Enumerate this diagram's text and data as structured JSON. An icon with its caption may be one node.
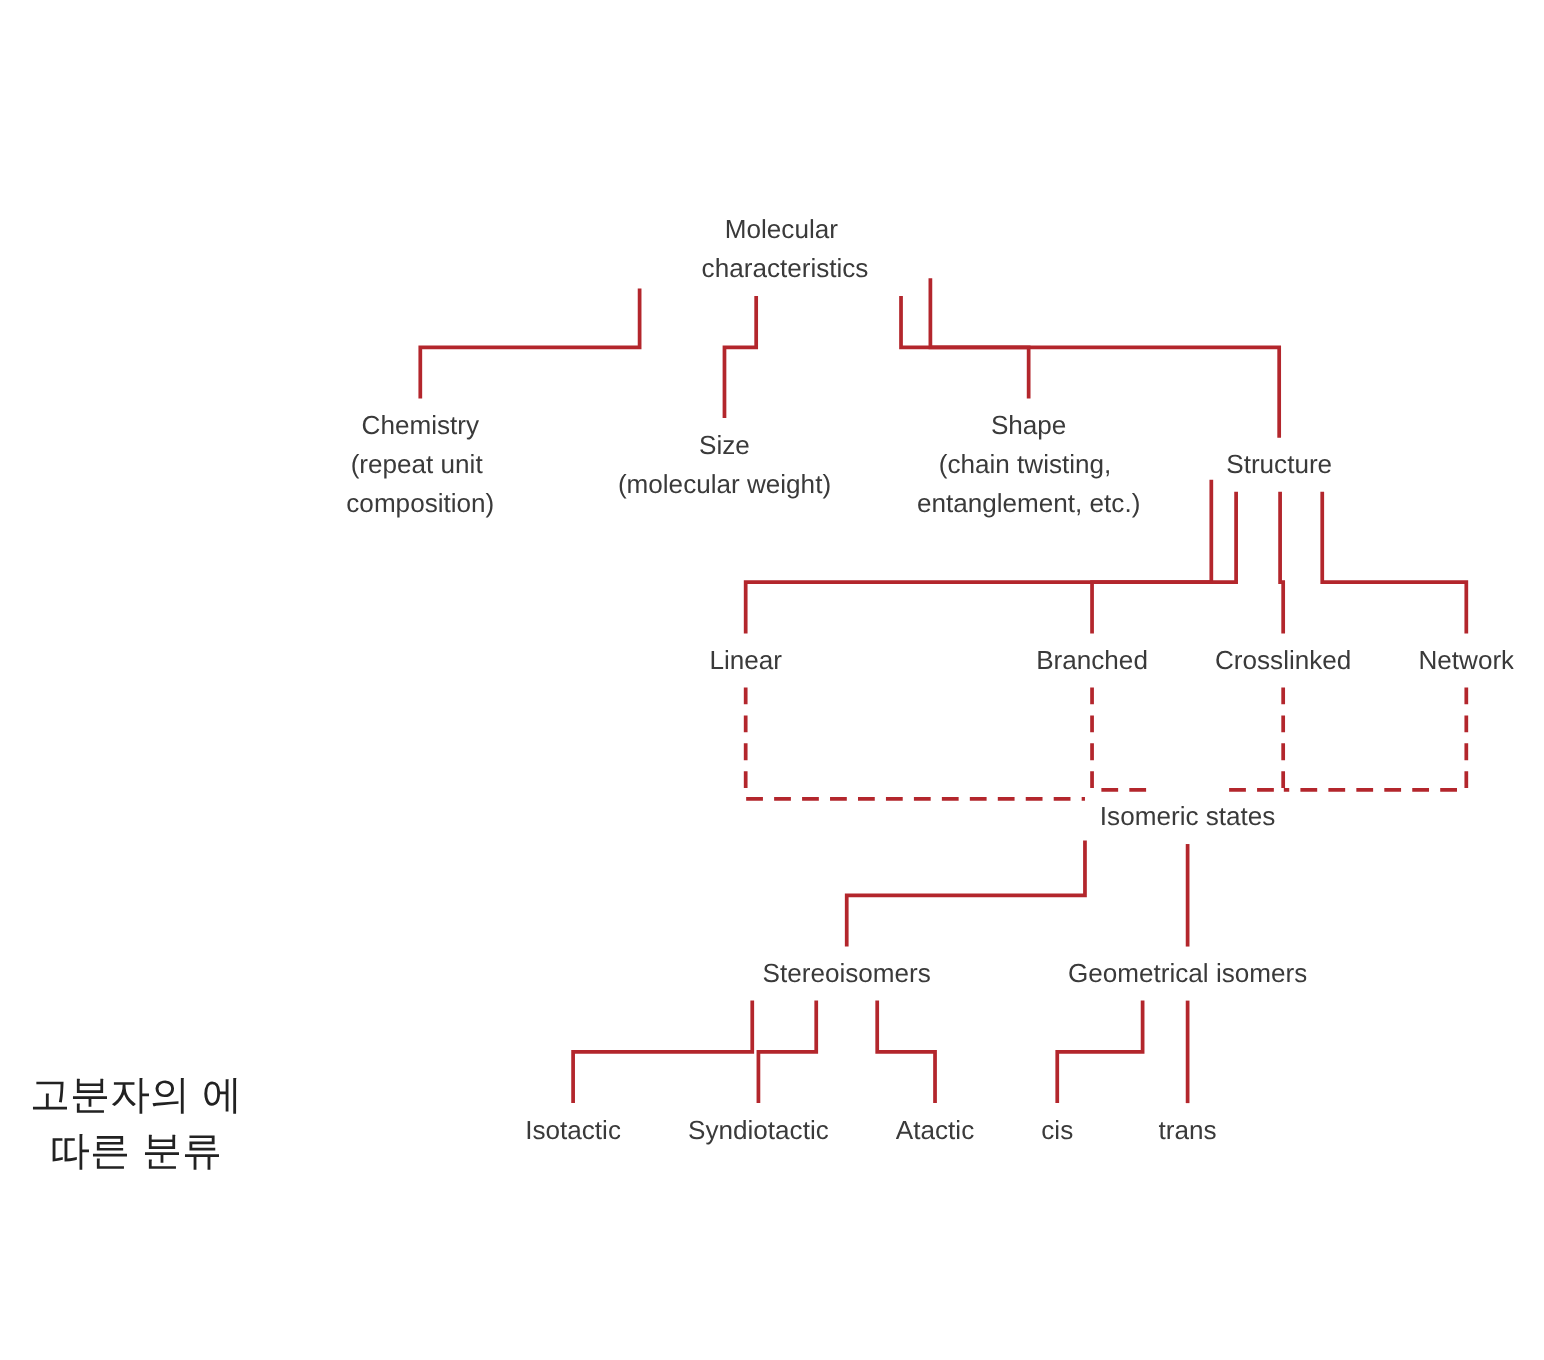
{
  "diagram": {
    "nodes": [
      {
        "text": [
          "Molecular characteristics"
        ]
      },
      {
        "text": [
          "Chemistry",
          "(repeat unit composition)"
        ]
      },
      {
        "text": [
          "Size",
          "(molecular weight)"
        ]
      },
      {
        "text": [
          "Shape",
          "(chain twisting, entanglement, etc.)"
        ]
      },
      {
        "text": [
          "Structure"
        ]
      },
      {
        "text": [
          "Linear"
        ]
      },
      {
        "text": [
          "Branched"
        ]
      },
      {
        "text": [
          "Crosslinked"
        ]
      },
      {
        "text": [
          "Network"
        ]
      },
      {
        "text": [
          "Isomeric states"
        ]
      },
      {
        "text": [
          "Stereoisomers"
        ]
      },
      {
        "text": [
          "Geometrical isomers"
        ]
      },
      {
        "text": [
          "Isotactic"
        ]
      },
      {
        "text": [
          "Syndiotactic"
        ]
      },
      {
        "text": [
          "Atactic"
        ]
      },
      {
        "text": [
          "cis"
        ]
      },
      {
        "text": [
          "trans"
        ]
      }
    ],
    "edges": [
      {
        "from": 0,
        "to": 1,
        "arrow": "none"
      },
      {
        "from": 0,
        "to": 2,
        "arrow": "none"
      },
      {
        "from": 0,
        "to": 3,
        "arrow": "none"
      },
      {
        "from": 0,
        "to": 4,
        "arrow": "none"
      },
      {
        "from": 4,
        "to": 5,
        "arrow": "none"
      },
      {
        "from": 4,
        "to": 6,
        "arrow": "none"
      },
      {
        "from": 4,
        "to": 7,
        "arrow": "none"
      },
      {
        "from": 4,
        "to": 8,
        "arrow": "none"
      },
      {
        "from": 5,
        "to": 9,
        "arrow": "none",
        "style": "dashed"
      },
      {
        "from": 6,
        "to": 9,
        "arrow": "none",
        "style": "dashed"
      },
      {
        "from": 7,
        "to": 9,
        "arrow": "none",
        "style": "dashed"
      },
      {
        "from": 8,
        "to": 9,
        "arrow": "none",
        "style": "dashed"
      },
      {
        "from": 9,
        "to": 10,
        "arrow": "none"
      },
      {
        "from": 9,
        "to": 11,
        "arrow": "none"
      },
      {
        "from": 10,
        "to": 12,
        "arrow": "none"
      },
      {
        "from": 10,
        "to": 13,
        "arrow": "none"
      },
      {
        "from": 10,
        "to": 14,
        "arrow": "none"
      },
      {
        "from": 11,
        "to": 15,
        "arrow": "none"
      },
      {
        "from": 11,
        "to": 16,
        "arrow": "none"
      }
    ],
    "labels": [
      "고분자의 에 따른 분류"
    ]
  }
}
